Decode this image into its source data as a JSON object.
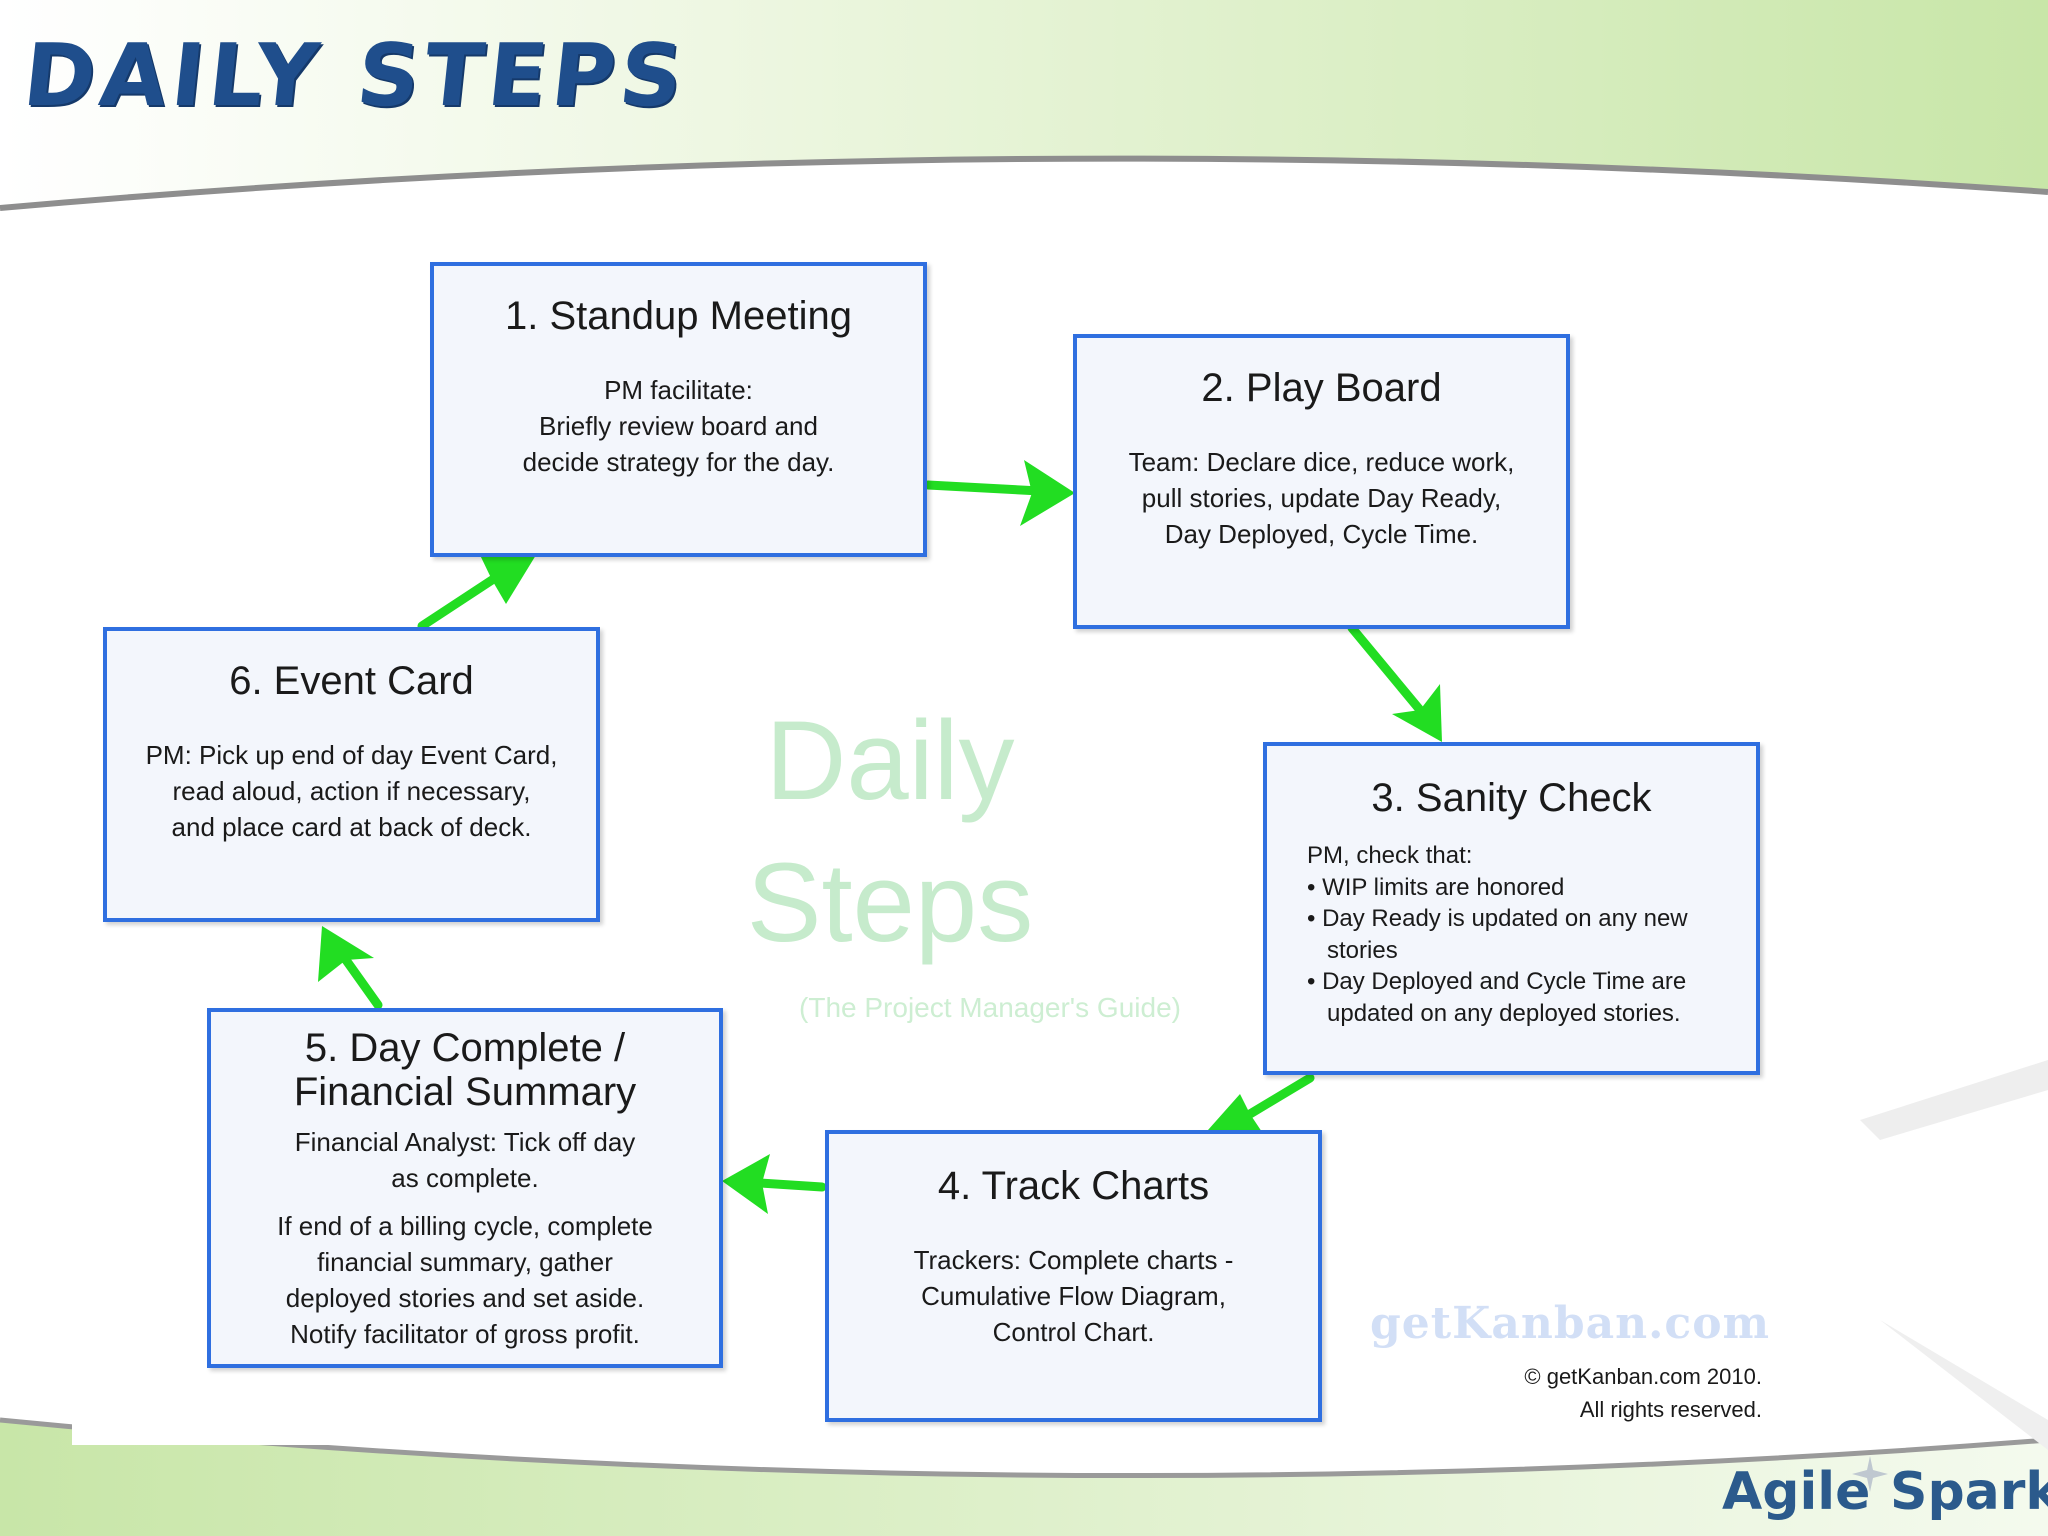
{
  "title": "DAILY STEPS",
  "colors": {
    "title": "#1f4e8c",
    "box_border": "#2f6fe0",
    "box_fill": "#f3f6fc",
    "arrow": "#22dd22",
    "background_green": "#cfeab2",
    "watermark": "#c6ebcc"
  },
  "steps": [
    {
      "title": "1. Standup Meeting",
      "body": "PM facilitate:\nBriefly review board and\ndecide strategy for the day."
    },
    {
      "title": "2. Play Board",
      "body": "Team: Declare dice, reduce work,\npull stories, update Day Ready,\nDay Deployed, Cycle Time."
    },
    {
      "title": "3. Sanity Check",
      "lead": "PM, check that:",
      "items": [
        "• WIP limits are honored",
        "• Day Ready is updated on any new stories",
        "• Day Deployed and Cycle Time are updated on any deployed stories."
      ]
    },
    {
      "title": "4. Track Charts",
      "body": "Trackers: Complete charts -\nCumulative Flow Diagram,\nControl Chart."
    },
    {
      "title": "5. Day Complete /\nFinancial Summary",
      "body": "Financial Analyst: Tick off day\nas complete.",
      "body2": "If end of a billing cycle, complete\nfinancial summary, gather\ndeployed stories and set aside.\nNotify facilitator of gross profit."
    },
    {
      "title": "6. Event Card",
      "body": "PM: Pick up end of day Event Card,\nread aloud, action if necessary,\nand place card at back of deck."
    }
  ],
  "watermark": {
    "line1": "Daily",
    "line2": "Steps",
    "subtitle": "(The Project Manager's Guide)"
  },
  "brand": {
    "site": "getKanban.com",
    "copyright": "© getKanban.com 2010.\nAll rights reserved."
  },
  "logo": {
    "part1": "Agile",
    "part2": "Sparks"
  }
}
